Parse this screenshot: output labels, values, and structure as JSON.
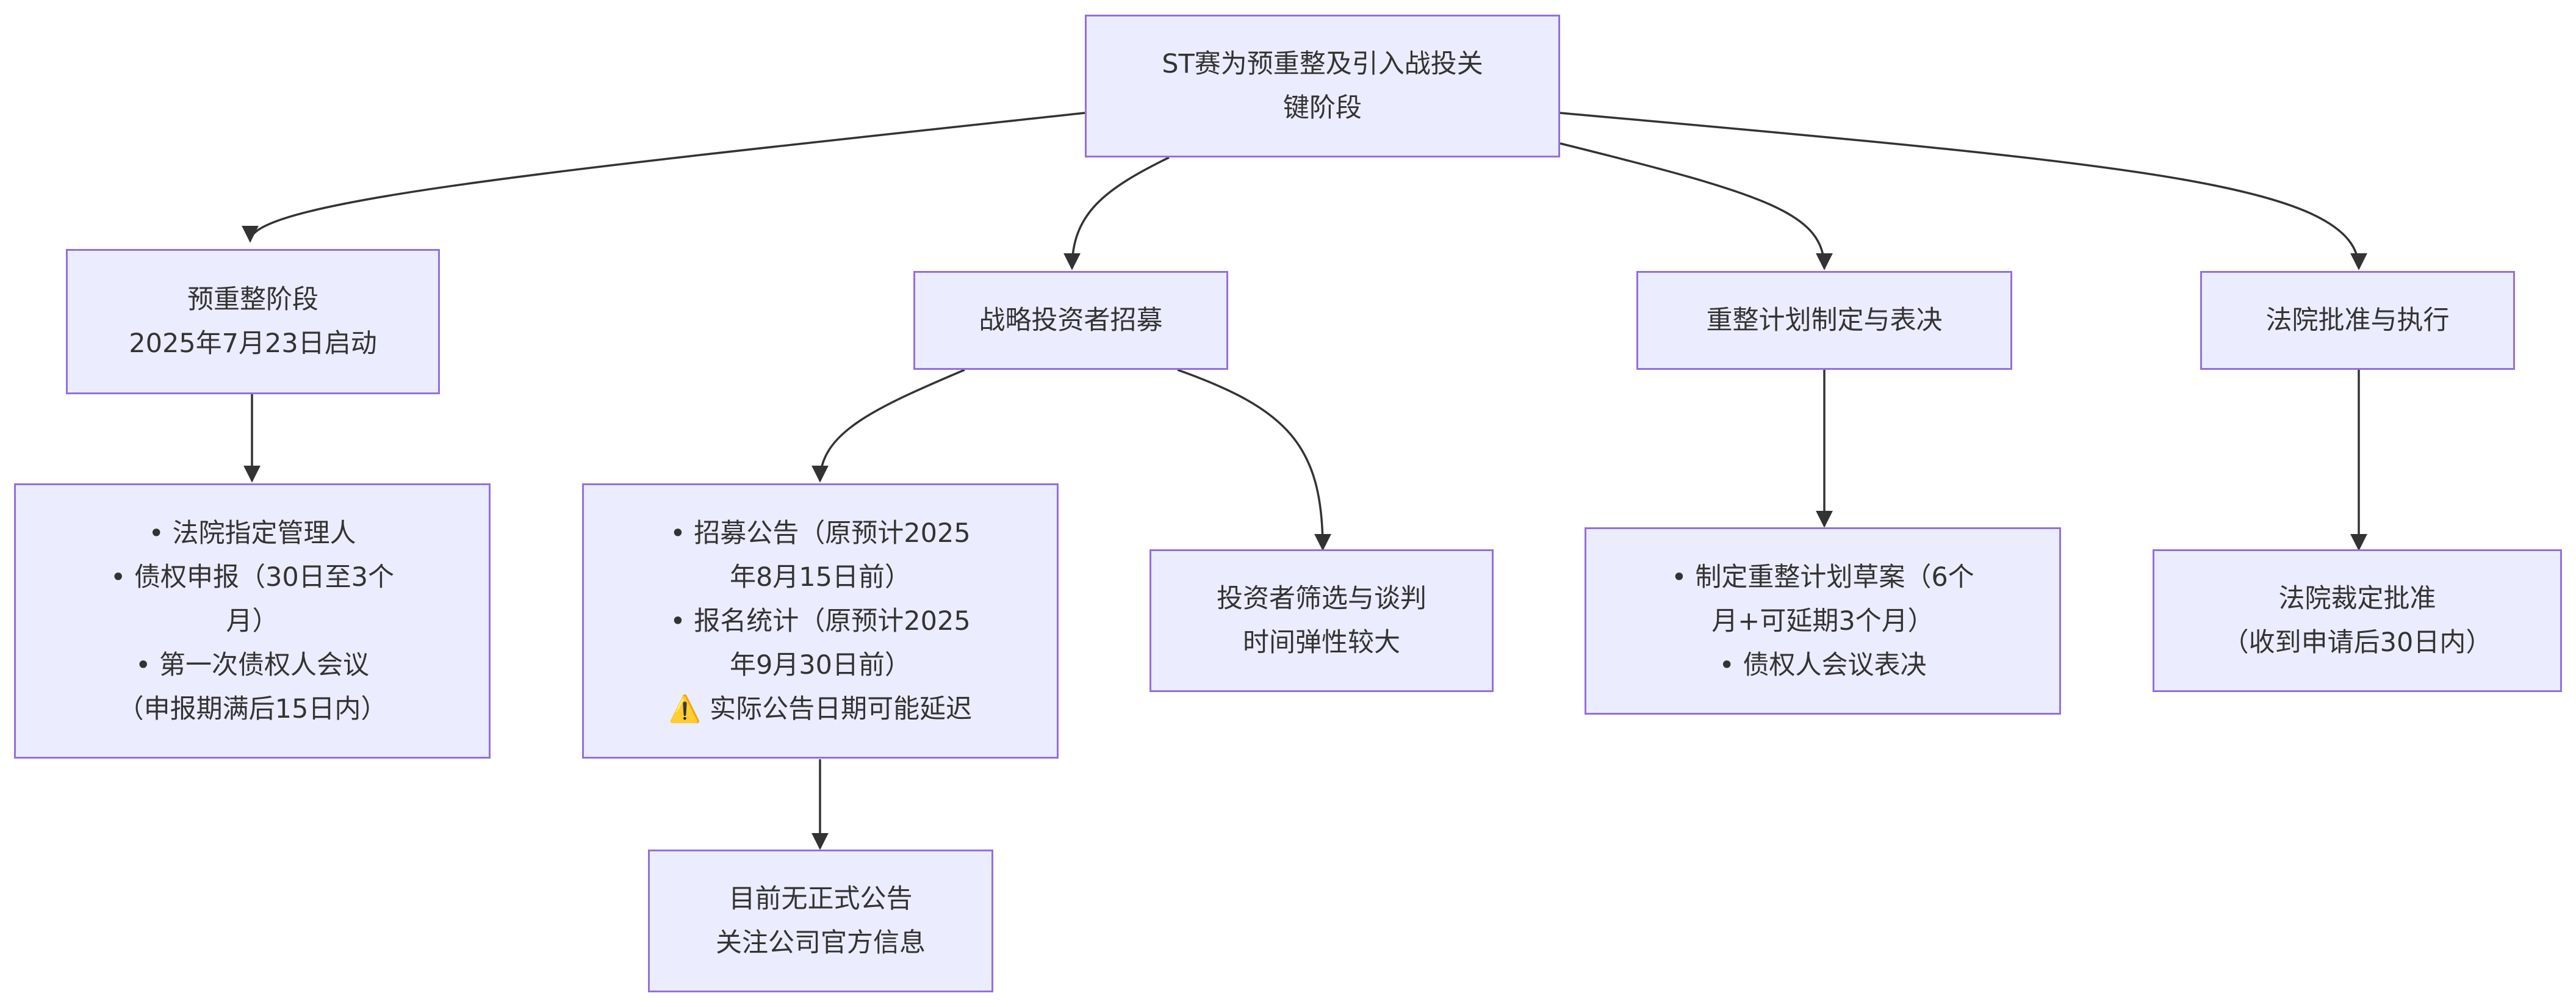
{
  "diagram": {
    "root": {
      "lines": [
        "ST赛为预重整及引入战投关",
        "键阶段"
      ]
    },
    "stage1": {
      "lines": [
        "预重整阶段",
        "2025年7月23日启动"
      ]
    },
    "stage1_detail": {
      "lines": [
        "• 法院指定管理人",
        "• 债权申报（30日至3个",
        "月）",
        "• 第一次债权人会议",
        "（申报期满后15日内）"
      ]
    },
    "stage2": {
      "lines": [
        "战略投资者招募"
      ]
    },
    "stage2_detail": {
      "lines": [
        "• 招募公告（原预计2025",
        "年8月15日前）",
        "• 报名统计（原预计2025",
        "年9月30日前）",
        "⚠️ 实际公告日期可能延迟"
      ]
    },
    "stage2_note": {
      "lines": [
        "目前无正式公告",
        "关注公司官方信息"
      ]
    },
    "stage2_negotiation": {
      "lines": [
        "投资者筛选与谈判",
        "时间弹性较大"
      ]
    },
    "stage3": {
      "lines": [
        "重整计划制定与表决"
      ]
    },
    "stage3_detail": {
      "lines": [
        "• 制定重整计划草案（6个",
        "月+可延期3个月）",
        "• 债权人会议表决"
      ]
    },
    "stage4": {
      "lines": [
        "法院批准与执行"
      ]
    },
    "stage4_detail": {
      "lines": [
        "法院裁定批准",
        "（收到申请后30日内）"
      ]
    }
  },
  "colors": {
    "node_fill": "#ECECFF",
    "node_border": "#9370DB",
    "edge": "#333333",
    "text": "#333333"
  }
}
